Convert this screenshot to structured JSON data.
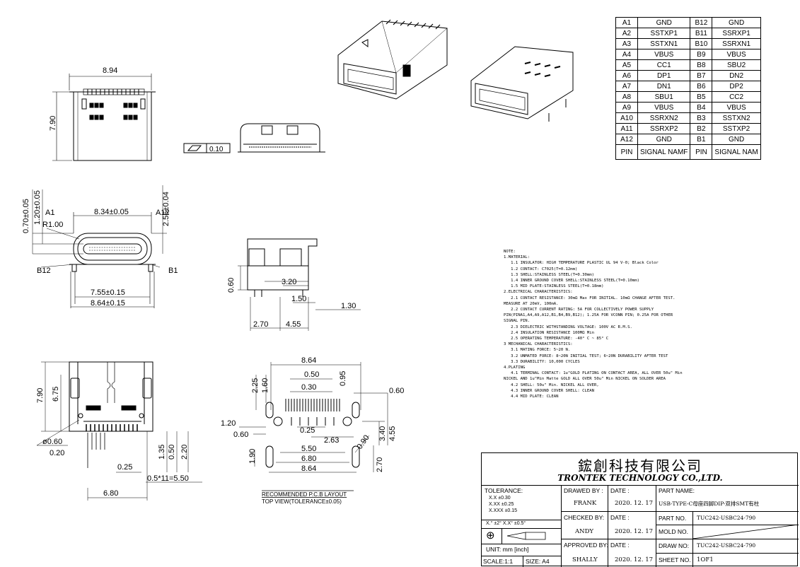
{
  "dimensions": {
    "top_width": "8.94",
    "top_height": "7.90",
    "flatness": "0.10",
    "a1_label": "A1",
    "a12_label": "A12",
    "opening_width": "8.34±0.05",
    "radius": "R1.00",
    "dim_070": "0.70±0.05",
    "dim_120": "1.20±0.05",
    "dim_256": "2.56±0.04",
    "b12_label": "B12",
    "b1_label": "B1",
    "dim_755": "7.55±0.15",
    "dim_864_tol": "8.64±0.15",
    "side_060": "0.60",
    "side_320": "3.20",
    "side_150": "1.50",
    "side_130": "1.30",
    "side_270": "2.70",
    "side_455": "4.55",
    "bottom_790": "7.90",
    "bottom_675": "6.75",
    "bottom_hole": "ø0.60",
    "bottom_020": "0.20",
    "bottom_025": "0.25",
    "bottom_135": "1.35",
    "bottom_050": "0.50",
    "bottom_220": "2.20",
    "bottom_pitch": "0.5*11=5.50",
    "bottom_680": "6.80",
    "pcb_864_top": "8.64",
    "pcb_050": "0.50",
    "pcb_030": "0.30",
    "pcb_095": "0.95",
    "pcb_060_right": "0.60",
    "pcb_160": "1.60",
    "pcb_225": "2.25",
    "pcb_120": "1.20",
    "pcb_060_left": "0.60",
    "pcb_025": "0.25",
    "pcb_263": "2.63",
    "pcb_090": "0.90",
    "pcb_340": "3.40",
    "pcb_455": "4.55",
    "pcb_190": "1.90",
    "pcb_550": "5.50",
    "pcb_680": "6.80",
    "pcb_864_bottom": "8.64",
    "pcb_270": "2.70"
  },
  "pcb_caption": {
    "line1": "RECOMMENDED P.C.B LAYOUT",
    "line2": "TOP VIEW(TOLERANCE±0.05)"
  },
  "pin_table": {
    "rows": [
      [
        "A1",
        "GND",
        "B12",
        "GND"
      ],
      [
        "A2",
        "SSTXP1",
        "B11",
        "SSRXP1"
      ],
      [
        "A3",
        "SSTXN1",
        "B10",
        "SSRXN1"
      ],
      [
        "A4",
        "VBUS",
        "B9",
        "VBUS"
      ],
      [
        "A5",
        "CC1",
        "B8",
        "SBU2"
      ],
      [
        "A6",
        "DP1",
        "B7",
        "DN2"
      ],
      [
        "A7",
        "DN1",
        "B6",
        "DP2"
      ],
      [
        "A8",
        "SBU1",
        "B5",
        "CC2"
      ],
      [
        "A9",
        "VBUS",
        "B4",
        "VBUS"
      ],
      [
        "A10",
        "SSRXN2",
        "B3",
        "SSTXN2"
      ],
      [
        "A11",
        "SSRXP2",
        "B2",
        "SSTXP2"
      ],
      [
        "A12",
        "GND",
        "B1",
        "GND"
      ]
    ],
    "header": [
      "PIN",
      "SIGNAL NAMF",
      "PIN",
      "SIGNAL NAM"
    ]
  },
  "notes": [
    "NOTE:",
    "1.MATERIAL:",
    "   1.1 INSULATOR: HIGH TEMPERATURE PLASTIC UL 94 V-0; Black Color",
    "   1.2 CONTACT: C7025(T=0.12mm)",
    "   1.3 SHELL:STAINLESS STEEL(T=0.30mm)",
    "   1.4 INNER GROUND COVER SHELL:STAINLESS STEEL(T=0.10mm)",
    "   1.5 MID PLATE:STAINLESS STEEL(T=0.18mm)",
    "2.ELECTRICAL CHARACTERISTICS:",
    "   2.1 CONTACT RESISTANCE: 30mΩ Max FOR INITIAL. 10mΩ CHANGE AFTER TEST.",
    "MEASURE AT 20mV, 100mA.",
    "   2.2 CONTACT CURRENT RATING: 5A FOR COLLECTIVELY POWER SUPPLY",
    "PIN(PINA1,A4,A9,A12,B1,B4,B9,B12); 1.25A FOR VCONN PIN; 0.25A FOR OTHER",
    "SIGNAL PIN.",
    "   2.3 DIELECTRIC WITHSTANDING VOLTAGE: 100V AC R.M.S.",
    "   2.4 INSULATION RESISTANCE 100MΩ Min",
    "   2.5 OPERATING TEMPERATURE: -40° C ~ 85° C",
    "3 MECHANICAL CHARACTERISTICS:",
    "   3.1 MATING FORCE: 5~20 N.",
    "   3.2 UNMATED FORCE: 8~20N INITIAL TEST; 6~20N DURABILITY AFTER TEST",
    "   3.3 DURABILITY: 10,000 CYCLES",
    "4.PLATING",
    "   4.1 TERMINAL CONTACT: 1u\"GOLD PLATING ON CONTACT AREA, ALL OVER 50u\" Min",
    "NICKEL AND 1u\"Min Matte GOLD ALL OVER 50u\" Min NICKEL ON SOLDER AREA",
    "   4.2 SHELL: 50u\" Min. NICKEL ALL OVER,",
    "   4.3 INNER GROUND COVER SHELL: CLEAN",
    "   4.4 MID PLATE: CLEAN"
  ],
  "title_block": {
    "company_cn": "鋐創科技有限公司",
    "company_en": "TRONTEK TECHNOLOGY CO.,LTD.",
    "tolerance_label": "TOLERANCE:",
    "tol_xx": "X.X    ±0.30",
    "tol_xxx": "X.XX   ±0.25",
    "tol_xxxx": "X.XXX  ±0.15",
    "tol_angle": "X.° ±2°    X.X° ±0.5°",
    "unit": "UNIT:  mm  [inch]",
    "scale": "SCALE:1:1",
    "size": "SIZE: A4",
    "drawed_by_label": "DRAWED BY :",
    "drawed_by": "FRANK",
    "checked_by_label": "CHECKED BY:",
    "checked_by": "ANDY",
    "approved_by_label": "APPROVED BY:",
    "approved_by": "SHALLY",
    "date_label": "DATE :",
    "date1": "2020. 12. 17",
    "date2": "2020. 12. 17",
    "date3": "2020. 12. 17",
    "part_name_label": "PART NAME:",
    "part_name": "USB-TYPE-C母座四脚DIP-双排SMT有柱",
    "part_no_label": "PART NO.",
    "part_no": "TUC242-USBC24-790",
    "mold_no_label": "MOLD NO.",
    "draw_no_label": "DRAW NO:",
    "draw_no": "TUC242-USBC24-790",
    "sheet_no_label": "SHEET NO.",
    "sheet_no": "1OF1"
  }
}
